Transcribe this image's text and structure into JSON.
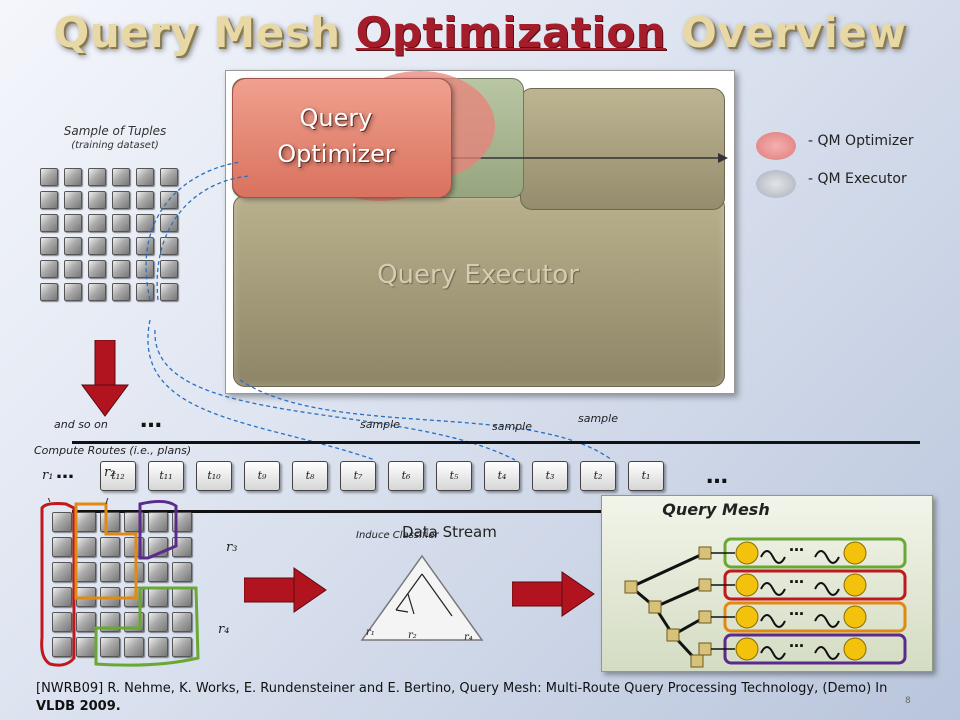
{
  "title": {
    "pre": "Query Mesh ",
    "highlight": "Optimization",
    "post": " Overview"
  },
  "sample_tuples": {
    "title": "Sample of Tuples",
    "subtitle": "(training dataset)"
  },
  "query_optimizer": {
    "line1": "Query",
    "line2": "Optimizer"
  },
  "query_executor": {
    "label": "Query Executor"
  },
  "legend": [
    {
      "label": "- QM Optimizer",
      "color": "#e88a8a"
    },
    {
      "label": "- QM Executor",
      "color": "#b8bec8"
    }
  ],
  "and_so_on": "and so on",
  "ellipsis": "…",
  "sample_labels": [
    "sample",
    "sample",
    "sample"
  ],
  "compute_routes": "Compute Routes (i.e., plans)",
  "stream_tuples": [
    "t₁₂",
    "t₁₁",
    "t₁₀",
    "t₉",
    "t₈",
    "t₇",
    "t₆",
    "t₅",
    "t₄",
    "t₃",
    "t₂",
    "t₁"
  ],
  "data_stream": "Data Stream",
  "route_labels": {
    "r1": "r₁",
    "r2": "r₂",
    "r3": "r₃",
    "r4": "r₄"
  },
  "classifier": {
    "label": "Induce Classifier",
    "leaves": [
      "r₁",
      "r₂",
      "r₄"
    ]
  },
  "query_mesh": {
    "title": "Query Mesh",
    "row_colors": [
      "#6aa834",
      "#c0191d",
      "#e08a14",
      "#5a2a8c"
    ],
    "ellipsis": "…"
  },
  "citation": {
    "text": "[NWRB09] R. Nehme, K. Works, E. Rundensteiner and E. Bertino, Query Mesh: Multi-Route Query Processing Technology, (Demo) In ",
    "bold": "VLDB 2009."
  },
  "page_number": "8"
}
